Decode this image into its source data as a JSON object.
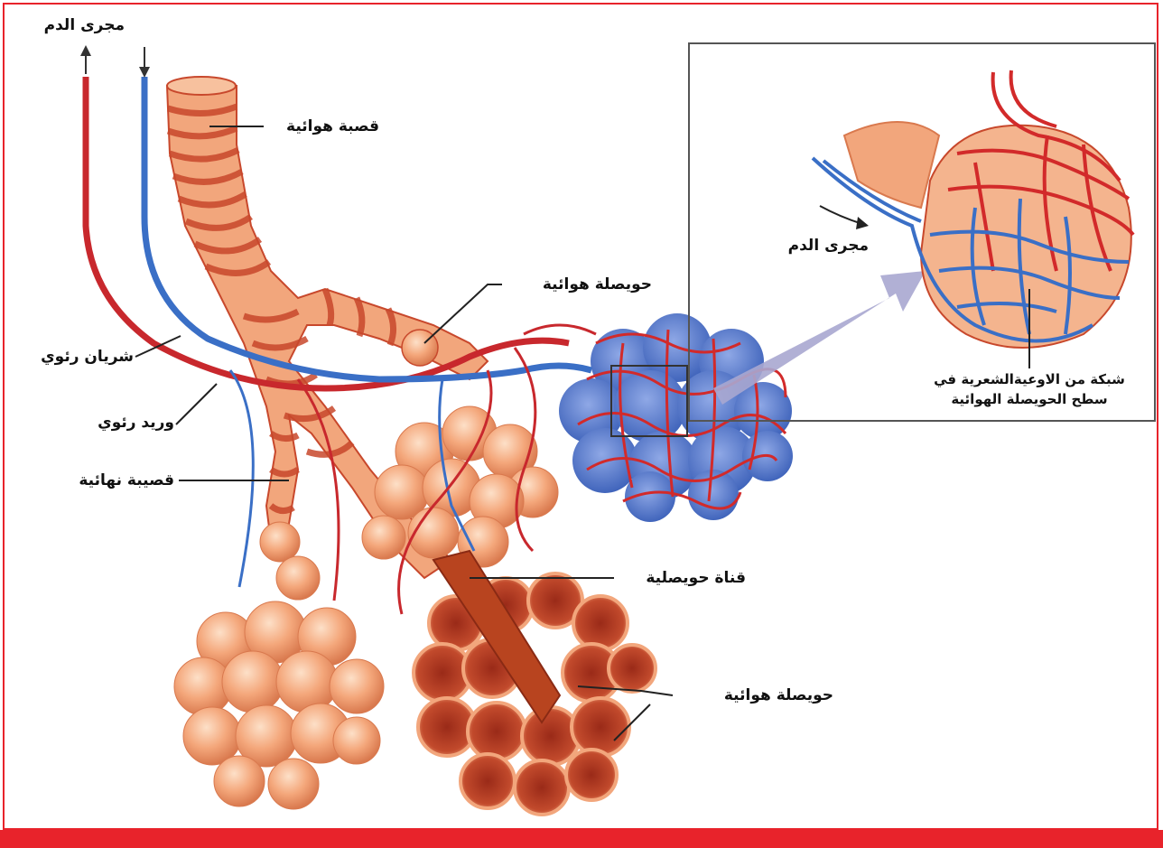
{
  "labels": {
    "blood_flow_top": "مجرى الدم",
    "trachea": "قصبة هوائية",
    "air_sac_upper": "حويصلة هوائية",
    "pulmonary_artery": "شريان رئوي",
    "pulmonary_vein": "وريد رئوي",
    "terminal_bronchiole": "قصيبة نهائية",
    "alveolar_duct": "قناة حويصلية",
    "air_sac_lower": "حويصلة هوائية"
  },
  "inset": {
    "blood_flow": "مجرى الدم",
    "caption_line1": "شبكة من الاوعيةالشعرية في",
    "caption_line2": "سطح الحويصلة الهوائية"
  },
  "colors": {
    "frame": "#e8232b",
    "artery": "#c8282d",
    "vein": "#3a6fc6",
    "tissue": "#f2a67c",
    "tissue_dark": "#c8482c",
    "pointer": "#a9a7d0"
  }
}
